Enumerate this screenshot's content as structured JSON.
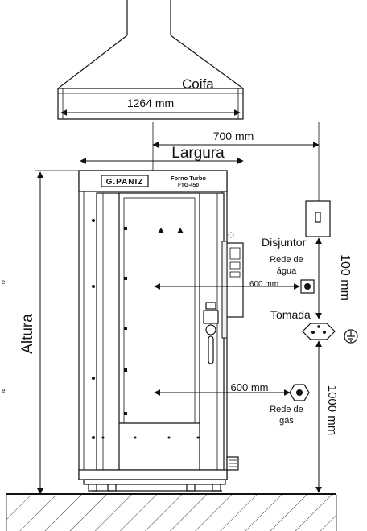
{
  "labels": {
    "hood": "Coifa",
    "hood_width": "1264 mm",
    "clearance_right": "700 mm",
    "width": "Largura",
    "height": "Altura",
    "breaker": "Disjuntor",
    "water_supply_line1": "Rede de",
    "water_supply_line2": "água",
    "water_height": "600 mm",
    "outlet": "Tomada",
    "breaker_to_outlet": "100 mm",
    "gas_height": "600 mm",
    "gas_supply_line1": "Rede de",
    "gas_supply_line2": "gás",
    "outlet_height": "1000 mm",
    "brand": "G.PANIZ",
    "model_line1": "Forno Turbo",
    "model_line2": "FTG-450",
    "left_edge_fragment_1": "e",
    "left_edge_fragment_2": "e"
  },
  "icons": {
    "ground": "ground-symbol-icon",
    "outlet": "power-outlet-icon",
    "breaker": "circuit-breaker-icon",
    "gas": "gas-connection-icon",
    "water": "water-connection-icon"
  }
}
